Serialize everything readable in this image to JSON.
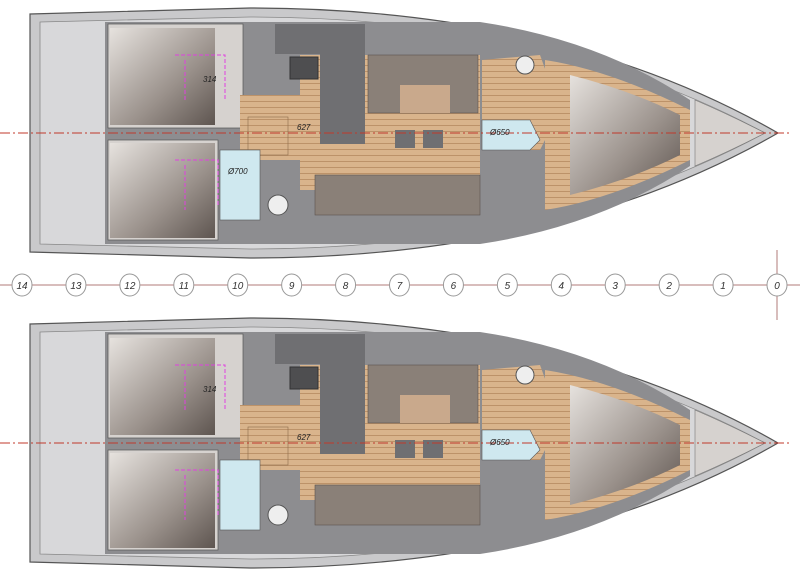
{
  "colors": {
    "hull_fill": "#c9c9cb",
    "hull_line": "#7a7a7c",
    "deck_grey": "#8d8d90",
    "furniture": "#6f6f72",
    "upholstery": "#8a8078",
    "wood": "#d9b48c",
    "wood_line": "#b58a60",
    "centerline": "#c0392b",
    "plumbing": "#e040e0",
    "glass": "#cfe8ef",
    "station_line": "#b07b78"
  },
  "stations": [
    "14",
    "13",
    "12",
    "11",
    "10",
    "9",
    "8",
    "7",
    "6",
    "5",
    "4",
    "3",
    "2",
    "1",
    "0"
  ],
  "plans": [
    {
      "name": "top",
      "labels": {
        "berth": "314",
        "saloon": "627",
        "head_aft": "Ø700",
        "head_fwd": "Ø650"
      }
    },
    {
      "name": "bottom",
      "labels": {
        "berth": "314",
        "saloon": "627",
        "head_fwd": "Ø650"
      }
    }
  ]
}
